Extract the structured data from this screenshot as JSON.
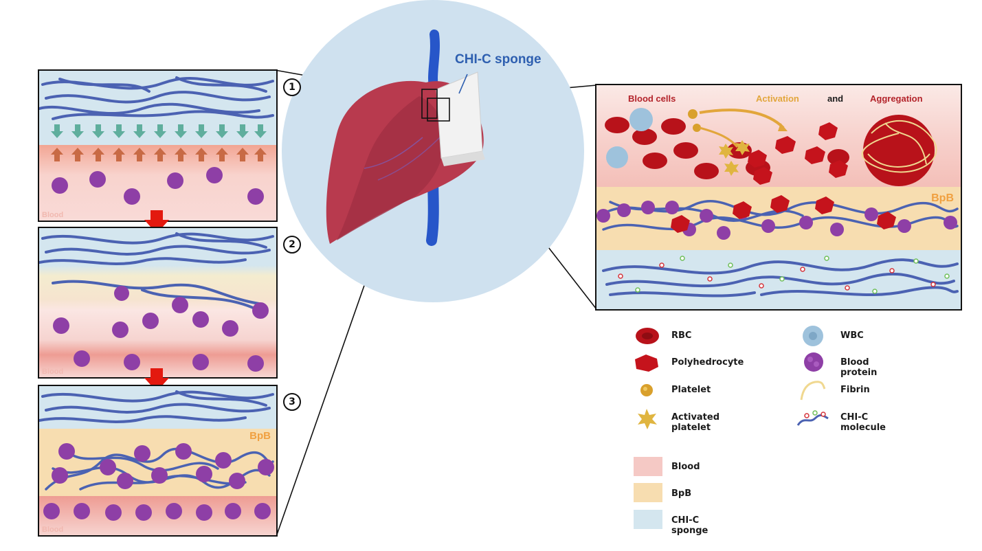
{
  "center": {
    "sponge_label": "CHI-C sponge"
  },
  "steps": [
    {
      "number": "1",
      "bottom_label": "Blood"
    },
    {
      "number": "2",
      "bottom_label": "Blood"
    },
    {
      "number": "3",
      "layer_label": "BpB",
      "bottom_label": "Blood"
    }
  ],
  "detail": {
    "header_blood_cells": "Blood cells",
    "header_activation": "Activation",
    "header_and": "and",
    "header_aggregation": "Aggregation",
    "layer_label": "BpB"
  },
  "legend": {
    "items": [
      {
        "icon": "rbc-icon",
        "label": "RBC"
      },
      {
        "icon": "wbc-icon",
        "label": "WBC"
      },
      {
        "icon": "polyhedrocyte-icon",
        "label": "Polyhedrocyte"
      },
      {
        "icon": "blood-protein-icon",
        "label": "Blood protein"
      },
      {
        "icon": "platelet-icon",
        "label": "Platelet"
      },
      {
        "icon": "fibrin-icon",
        "label": "Fibrin"
      },
      {
        "icon": "activated-platelet-icon",
        "label": "Activated platelet"
      },
      {
        "icon": "chi-c-molecule-icon",
        "label": "CHI-C molecule"
      }
    ],
    "swatches": [
      {
        "label": "Blood",
        "color": "#f5c9c5"
      },
      {
        "label": "BpB",
        "color": "#f7ddb0"
      },
      {
        "label": "CHI-C sponge",
        "color": "#d4e6ef"
      }
    ]
  },
  "colors": {
    "sponge": "#d4e6ef",
    "blood": "#f5c9c5",
    "bpb": "#f7ddb0",
    "fiber": "#4b62b2",
    "protein": "#8e3fa6",
    "rbc": "#b8121a",
    "arrow_red": "#e3190f",
    "label_orange": "#f0a040",
    "header_red": "#b3232a",
    "header_gold": "#e2a63b"
  }
}
